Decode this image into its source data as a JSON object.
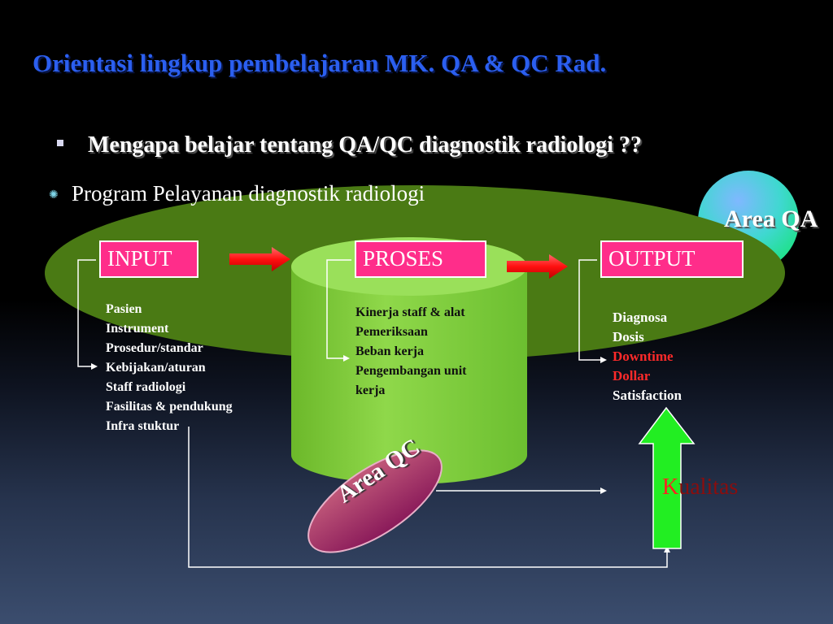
{
  "slide": {
    "title": "Orientasi lingkup pembelajaran MK. QA & QC Rad.",
    "bullets": [
      "Mengapa belajar tentang QA/QC diagnostik radiologi ??",
      "Program Pelayanan diagnostik radiologi"
    ]
  },
  "diagram": {
    "area_qa": "Area QA",
    "area_qc": "Area QC",
    "boxes": {
      "input": "INPUT",
      "proses": "PROSES",
      "output": "OUTPUT"
    },
    "input_items": [
      "Pasien",
      "Instrument",
      "Prosedur/standar",
      "Kebijakan/aturan",
      "Staff radiologi",
      "Fasilitas & pendukung",
      "Infra stuktur"
    ],
    "proses_items": [
      "Kinerja staff & alat",
      "Pemeriksaan",
      "Beban kerja",
      "Pengembangan unit",
      "kerja"
    ],
    "output_items": [
      {
        "text": "Diagnosa",
        "highlight": false
      },
      {
        "text": "Dosis",
        "highlight": false
      },
      {
        "text": "Downtime",
        "highlight": true
      },
      {
        "text": "Dollar",
        "highlight": true
      },
      {
        "text": "Satisfaction",
        "highlight": false
      }
    ],
    "kualitas_first": "K",
    "kualitas_rest": "ualitas",
    "colors": {
      "title": "#2b5ff0",
      "box_fill": "#ff2d8a",
      "ellipse": "#4a7a14",
      "cylinder": "#7ccc3c",
      "area_qa": "#22e0a0",
      "area_qc": "#a0286a",
      "arrow_red": "#ff1a1a",
      "arrow_green": "#22ee22",
      "highlight_text": "#ff2a2a"
    }
  }
}
